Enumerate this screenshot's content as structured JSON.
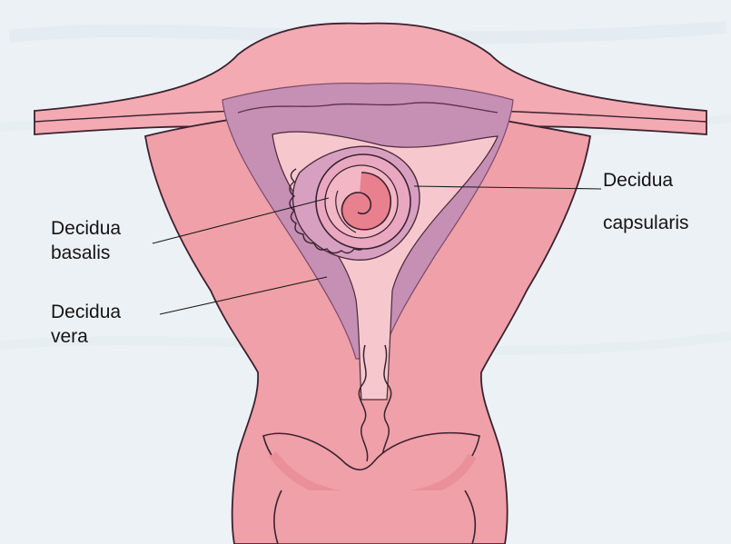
{
  "labels": {
    "capsularis": {
      "line1": "Decidua",
      "line2": "capsularis"
    },
    "basalis": {
      "line1": "Decidua",
      "line2": "basalis"
    },
    "vera": {
      "line1": "Decidua",
      "line2": "vera"
    }
  },
  "colors": {
    "background": "#eef3f6",
    "uterine_wall": "#f0a0a8",
    "decidua": "#c68fb4",
    "cavity": "#f6c8cd",
    "embryo": "#e8808e",
    "cervix_fold": "#e9909b"
  }
}
